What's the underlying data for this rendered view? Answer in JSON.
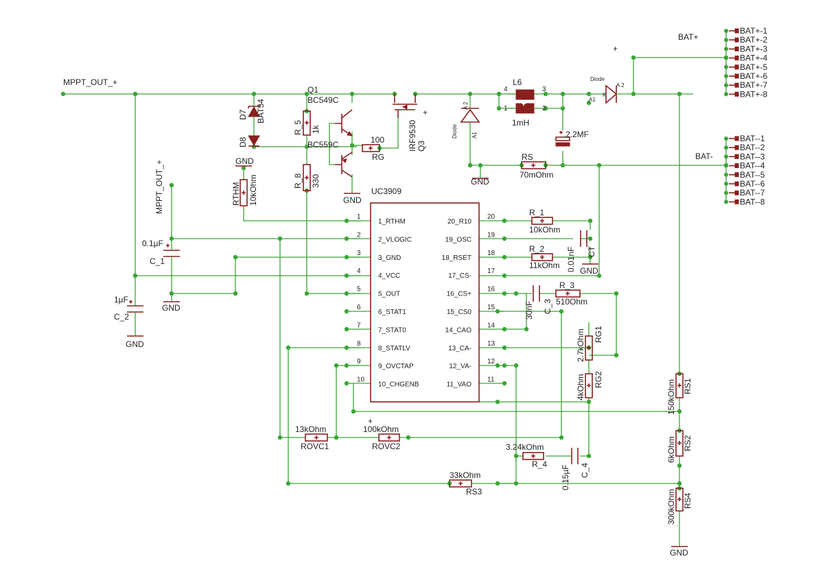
{
  "ic": {
    "name": "UC3909",
    "left_pins": [
      "1_RTHM",
      "2_VLOGIC",
      "3_GND",
      "4_VCC",
      "5_OUT",
      "6_STAT1",
      "7_STAT0",
      "8_STATLV",
      "9_OVCTAP",
      "10_CHGENB"
    ],
    "right_pins": [
      "20_R10",
      "19_OSC",
      "18_RSET",
      "17_CS-",
      "16_CS+",
      "15_CS0",
      "14_CAO",
      "13_CA-",
      "12_VA-",
      "11_VAO"
    ],
    "left_nums": [
      "1",
      "2",
      "3",
      "4",
      "5",
      "6",
      "7",
      "8",
      "9",
      "10"
    ],
    "right_nums": [
      "20",
      "19",
      "18",
      "17",
      "16",
      "15",
      "14",
      "13",
      "12",
      "11"
    ]
  },
  "labels": {
    "mppt_out": "MPPT_OUT_+",
    "mppt_out2": "MPPT_OUT_+",
    "bat_plus": "BAT+",
    "bat_minus": "BAT-",
    "plus_sign": "+",
    "q1": "Q1",
    "q1_type": "BC549C",
    "q2_type": "BC559C",
    "q3": "Q3",
    "q3_type": "IRF9530",
    "l6": "L6",
    "l6_val": "1mH",
    "c_main_val": "2.2MF",
    "d7": "D7",
    "d8": "D8",
    "bat54": "BAT54",
    "diode": "Diode",
    "diode2": "Diode",
    "r5": "R_5",
    "r5_val": "1k",
    "r8": "R_8",
    "r8_val": "330",
    "rg": "RG",
    "rg_val": "100",
    "rthm": "RTHM",
    "rthm_val": "10kOhm",
    "rs": "RS",
    "rs_val": "70mOhm",
    "r1": "R_1",
    "r1_val": "10kOhm",
    "r2": "R_2",
    "r2_val": "11kOhm",
    "ct": "CT",
    "ct_val": "0.01nF",
    "r3": "R_3",
    "r3_val": "510Ohm",
    "c3": "C_3",
    "c3_val": "30nF",
    "rg1": "RG1",
    "rg1_val": "2.7kOhm",
    "rg2": "RG2",
    "rg2_val": "4kOhm",
    "rs1": "RS1",
    "rs1_val": "150kOhm",
    "rs2": "RS2",
    "rs2_val": "6kOhm",
    "rs3": "RS3",
    "rs3_val": "33kOhm",
    "rs4": "RS4",
    "rs4_val": "300kOhm",
    "rovc1": "ROVC1",
    "rovc1_val": "13kOhm",
    "rovc2": "ROVC2",
    "rovc2_val": "100kOhm",
    "r4": "R_4",
    "r4_val": "3.24kOhm",
    "c4": "C_4",
    "c4_val": "0.15µF",
    "c1": "C_1",
    "c1_val": "0.1µF",
    "c2": "C_2",
    "c2_val": "1µF",
    "gnd": "GND",
    "l_pin1": "1",
    "l_pin2": "2",
    "l_pin3": "3",
    "l_pin4": "4",
    "a1": "A1",
    "a2": "A 2",
    "k": "K"
  },
  "bat_plus_pins": [
    "BAT+-1",
    "BAT+-2",
    "BAT+-3",
    "BAT+-4",
    "BAT+-5",
    "BAT+-6",
    "BAT+-7",
    "BAT+-8"
  ],
  "bat_minus_pins": [
    "BAT--1",
    "BAT--2",
    "BAT--3",
    "BAT--4",
    "BAT--5",
    "BAT--6",
    "BAT--7",
    "BAT--8"
  ]
}
